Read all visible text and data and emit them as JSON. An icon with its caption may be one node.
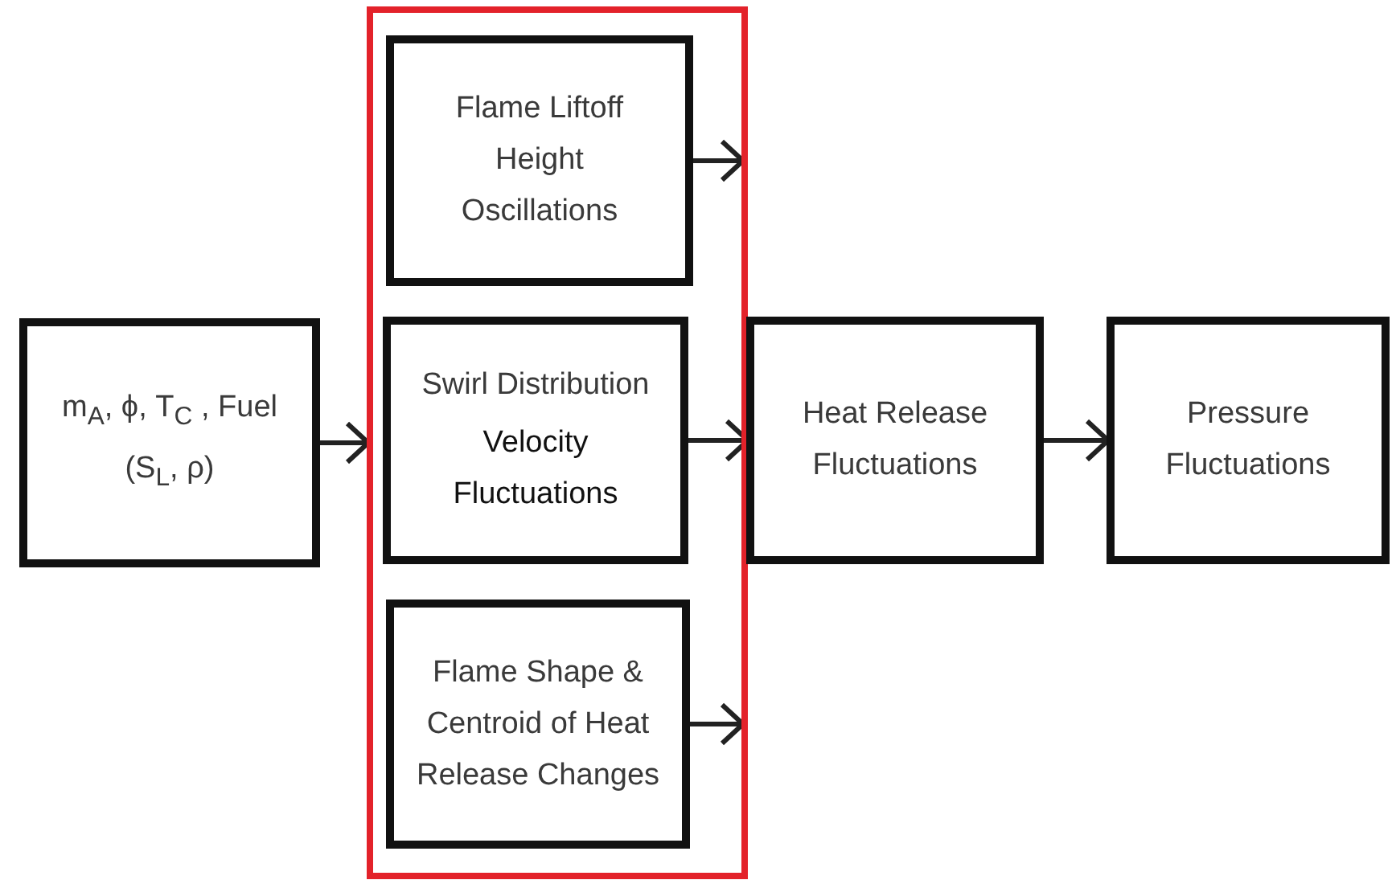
{
  "diagram": {
    "nodes": [
      {
        "text": [
          "m$_{A}$, ϕ, T$_{C}$ , Fuel (S$_{L}$, ρ)"
        ]
      },
      {
        "text": [],
        "shape": "box"
      },
      {
        "text": [
          "Flame Liftoff Height Oscillations"
        ],
        "in": 1
      },
      {
        "text": [
          "Swirl Distribution",
          "Velocity Fluctuations"
        ],
        "in": 1
      },
      {
        "text": [
          "Flame Shape & Centroid of Heat Release Changes"
        ],
        "in": 1
      },
      {
        "text": [
          "Heat Release Fluctuations"
        ]
      },
      {
        "text": [
          "Pressure Fluctuations"
        ]
      }
    ],
    "edges": [
      {
        "from": 0,
        "to": 1,
        "arrow": "to"
      },
      {
        "from": 2,
        "to": null,
        "arrow": "to"
      },
      {
        "from": 3,
        "to": 5,
        "arrow": "to"
      },
      {
        "from": 4,
        "to": null,
        "arrow": "to"
      },
      {
        "from": 5,
        "to": 6,
        "arrow": "to"
      }
    ]
  }
}
